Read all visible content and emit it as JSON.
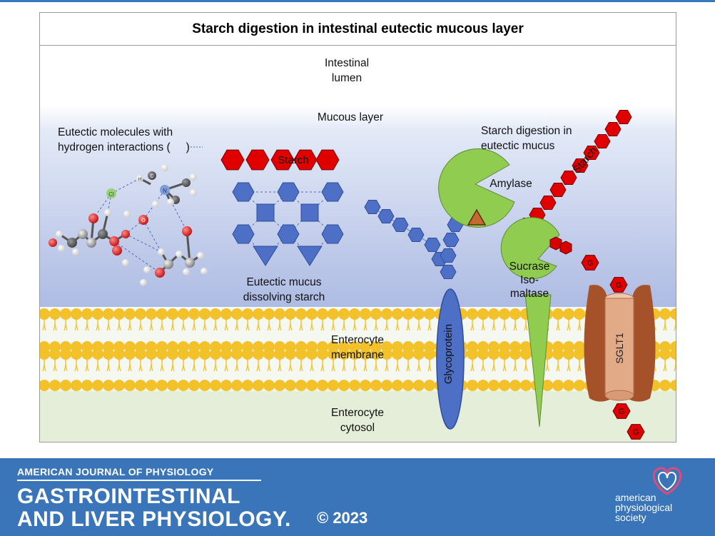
{
  "title": "Starch digestion in intestinal eutectic mucous layer",
  "labels": {
    "lumen": [
      "Intestinal",
      "lumen"
    ],
    "mucous_layer": "Mucous layer",
    "eutectic_molecules": [
      "Eutectic molecules with",
      "hydrogen interactions (",
      ")"
    ],
    "starch_left": "Starch",
    "eutectic_mucus": [
      "Eutectic mucus",
      "dissolving starch"
    ],
    "starch_digestion": [
      "Starch digestion in",
      "eutectic mucus"
    ],
    "amylase": "Amylase",
    "starch_right": "Starch",
    "sucrase": [
      "Sucrase",
      "Iso-",
      "maltase"
    ],
    "glycoprotein": "Glycoprotein",
    "sglt1": "SGLT1",
    "enterocyte_membrane": [
      "Enterocyte",
      "membrane"
    ],
    "enterocyte_cytosol": [
      "Enterocyte",
      "cytosol"
    ],
    "glucose": "G",
    "atom_cl": "Cl",
    "atom_n": "N",
    "atom_h": "H",
    "atom_c": "C",
    "atom_o": "O"
  },
  "footer": {
    "journal_top": "AMERICAN JOURNAL OF PHYSIOLOGY",
    "journal_name": [
      "GASTROINTESTINAL",
      "AND LIVER PHYSIOLOGY."
    ],
    "copyright": "© 2023",
    "society": [
      "american",
      "physiological",
      "society"
    ]
  },
  "colors": {
    "footer_blue": "#3a75b9",
    "starch_red": "#e00000",
    "mucus_blue": "#4e6fc6",
    "enzyme_green": "#8fcc50",
    "membrane_yellow": "#f3c12a",
    "sglt1_tan": "#e3aa88",
    "sglt1_brown": "#a5522a"
  }
}
